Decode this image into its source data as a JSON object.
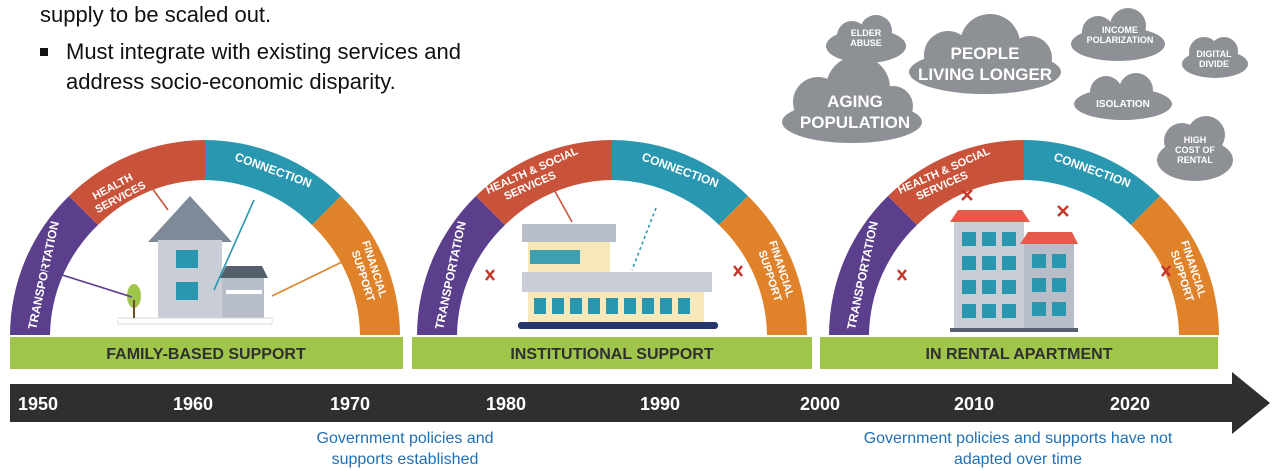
{
  "bullets": [
    "supply to be scaled out.",
    "Must integrate with existing services and address socio-economic disparity."
  ],
  "clouds": [
    "ELDER ABUSE",
    "PEOPLE LIVING LONGER",
    "INCOME POLARIZATION",
    "DIGITAL DIVIDE",
    "AGING POPULATION",
    "ISOLATION",
    "HIGH COST OF RENTAL"
  ],
  "arc_labels": {
    "transportation": "TRANSPORTATION",
    "health": "HEALTH SERVICES",
    "health_social": "HEALTH & SOCIAL SERVICES",
    "connection": "CONNECTION",
    "financial": "FINANCIAL SUPPORT"
  },
  "eras": [
    "FAMILY-BASED SUPPORT",
    "INSTITUTIONAL SUPPORT",
    "IN RENTAL APARTMENT"
  ],
  "years": [
    "1950",
    "1960",
    "1970",
    "1980",
    "1990",
    "2000",
    "2010",
    "2020"
  ],
  "footers": [
    "Government policies and supports established",
    "Government policies and supports have not adapted over time"
  ],
  "colors": {
    "transportation": "#5b3f8c",
    "health": "#c9533a",
    "connection": "#2a97b0",
    "financial": "#e0822a",
    "era_band": "#9fc54a",
    "timeline": "#2f2f2f",
    "cloud": "#8d9094",
    "footer_text": "#1f6fb5",
    "cross": "#c0392b"
  }
}
